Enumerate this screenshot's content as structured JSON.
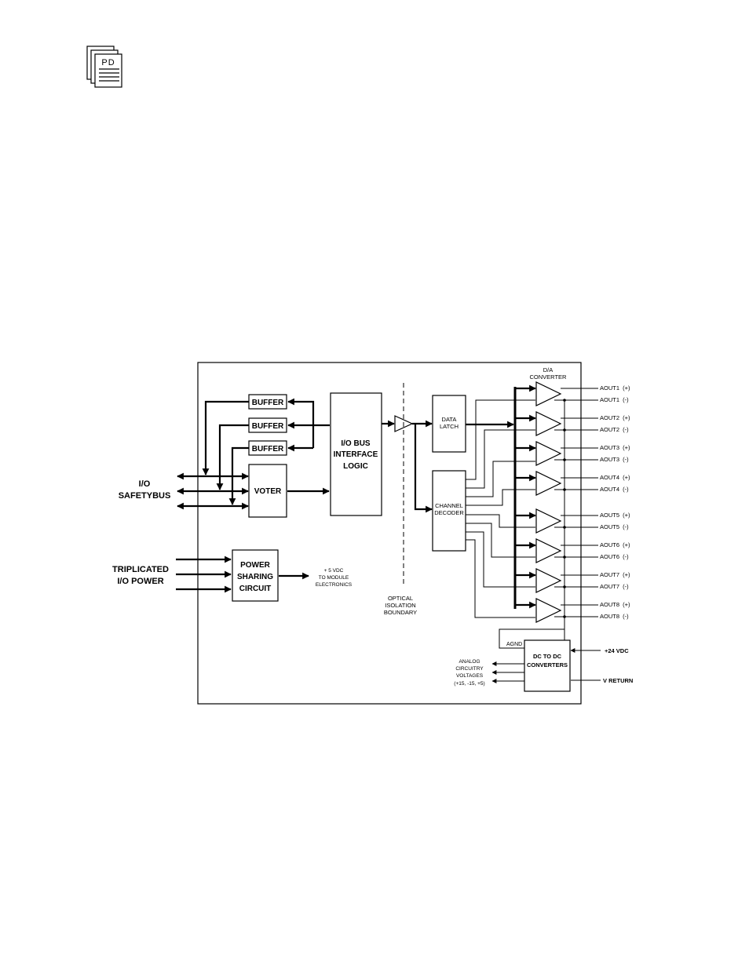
{
  "header": {
    "icon_text": "PD"
  },
  "diagram": {
    "buffer_label": "BUFFER",
    "voter_label": "VOTER",
    "io_bus": [
      "I/O BUS",
      "INTERFACE",
      "LOGIC"
    ],
    "io_safetybus": [
      "I/O",
      "SAFETYBUS"
    ],
    "triplicated_power": [
      "TRIPLICATED",
      "I/O POWER"
    ],
    "power_sharing": [
      "POWER",
      "SHARING",
      "CIRCUIT"
    ],
    "vdc_note": [
      "+ 5 VDC",
      "TO MODULE",
      "ELECTRONICS"
    ],
    "optical_boundary": [
      "OPTICAL",
      "ISOLATION",
      "BOUNDARY"
    ],
    "data_latch": [
      "DATA",
      "LATCH"
    ],
    "channel_decoder": [
      "CHANNEL",
      "DECODER"
    ],
    "da_converter": [
      "D/A",
      "CONVERTER"
    ],
    "outputs": [
      {
        "plus": "AOUT1  (+)",
        "minus": "AOUT1  (-)"
      },
      {
        "plus": "AOUT2  (+)",
        "minus": "AOUT2  (-)"
      },
      {
        "plus": "AOUT3  (+)",
        "minus": "AOUT3  (-)"
      },
      {
        "plus": "AOUT4  (+)",
        "minus": "AOUT4  (-)"
      },
      {
        "plus": "AOUT5  (+)",
        "minus": "AOUT5  (-)"
      },
      {
        "plus": "AOUT6  (+)",
        "minus": "AOUT6  (-)"
      },
      {
        "plus": "AOUT7  (+)",
        "minus": "AOUT7  (-)"
      },
      {
        "plus": "AOUT8  (+)",
        "minus": "AOUT8  (-)"
      }
    ],
    "agnd": "AGND",
    "dc_converters": [
      "DC  TO  DC",
      "CONVERTERS"
    ],
    "plus24": "+24  VDC",
    "vreturn": "V  RETURN",
    "analog_voltages": [
      "ANALOG",
      "CIRCUITRY",
      "VOLTAGES",
      "(+15, -15, +5)"
    ]
  }
}
